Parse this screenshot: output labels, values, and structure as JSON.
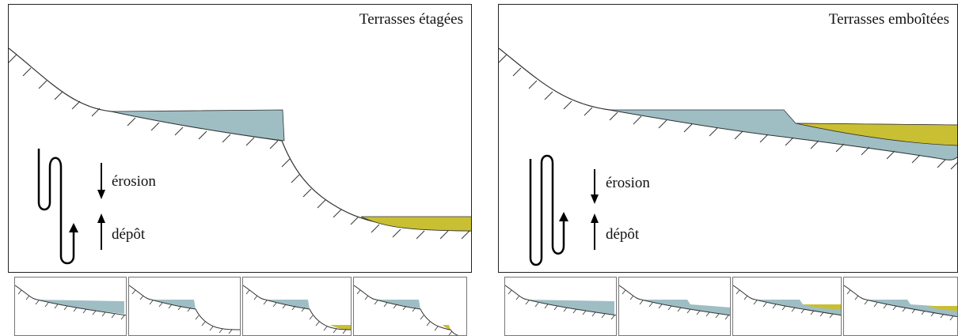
{
  "colors": {
    "old_fill": "#9ebec4",
    "young_fill": "#c9bf32",
    "outline": "#333333"
  },
  "left": {
    "title": "Terrasses étagées",
    "legend": {
      "erosion": "érosion",
      "depot": "dépôt"
    }
  },
  "right": {
    "title": "Terrasses emboîtées",
    "legend": {
      "erosion": "érosion",
      "depot": "dépôt"
    }
  },
  "icons": [
    "meander-path-icon",
    "arrow-down-icon",
    "arrow-up-icon"
  ]
}
